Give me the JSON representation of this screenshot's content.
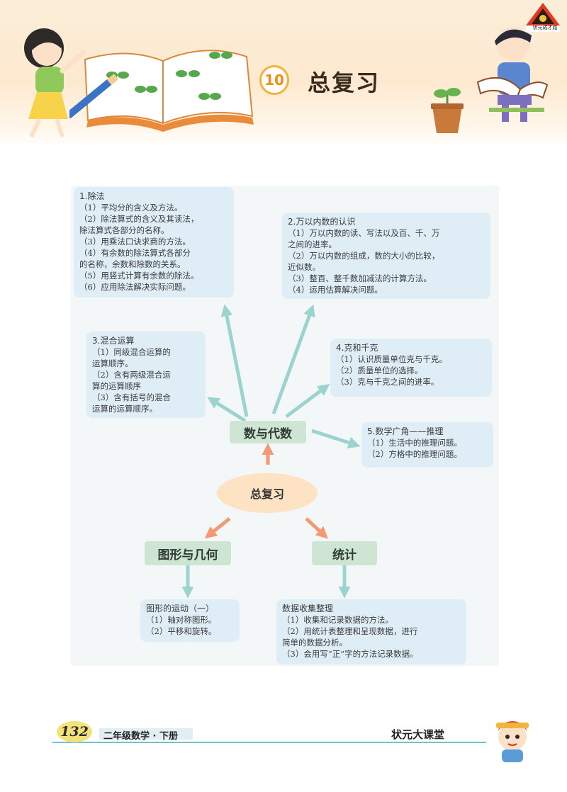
{
  "header": {
    "chapter_number": "10",
    "chapter_title": "总复习",
    "logo_text": "状元成才路"
  },
  "mindmap": {
    "center": "总复习",
    "branches": {
      "algebra": "数与代数",
      "geometry": "图形与几何",
      "statistics": "统计"
    },
    "boxes": {
      "division": {
        "title": "1.除法",
        "items": [
          "（1）平均分的含义及方法。",
          "（2）除法算式的含义及其读法，",
          "除法算式各部分的名称。",
          "（3）用乘法口诀求商的方法。",
          "（4）有余数的除法算式各部分",
          "的名称，余数和除数的关系。",
          "（5）用竖式计算有余数的除法。",
          "（6）应用除法解决实际问题。"
        ]
      },
      "numbers": {
        "title": "2.万以内数的认识",
        "items": [
          "（1）万以内数的读、写法以及百、千、万",
          "之间的进率。",
          "（2）万以内数的组成，数的大小的比较，",
          "近似数。",
          "（3）整百、整千数加减法的计算方法。",
          "（4）运用估算解决问题。"
        ]
      },
      "mixed": {
        "title": "3.混合运算",
        "items": [
          "（1）同级混合运算的",
          "运算顺序。",
          "（2）含有两级混合运",
          "算的运算顺序",
          "（3）含有括号的混合",
          "运算的运算顺序。"
        ]
      },
      "grams": {
        "title": "4.克和千克",
        "items": [
          "（1）认识质量单位克与千克。",
          "（2）质量单位的选择。",
          "（3）克与千克之间的进率。"
        ]
      },
      "reasoning": {
        "title": "5.数学广角——推理",
        "items": [
          "（1）生活中的推理问题。",
          "（2）方格中的推理问题。"
        ]
      },
      "motion": {
        "title": "图形的运动（一）",
        "items": [
          "（1）轴对称图形。",
          "（2）平移和旋转。"
        ]
      },
      "data": {
        "title": "数据收集整理",
        "items": [
          "（1）收集和记录数据的方法。",
          "（2）用统计表整理和呈现数据，进行",
          "简单的数据分析。",
          "（3）会用写“正”字的方法记录数据。"
        ]
      }
    }
  },
  "footer": {
    "page_number": "132",
    "book": "二年级数学 · 下册",
    "brand": "状元大课堂"
  },
  "colors": {
    "box_fill": "#dfeef6",
    "node_fill": "#cfe5d4",
    "center_fill": "#fde2c3",
    "teal_arrow": "#9bd3cf",
    "orange_arrow": "#f29a72",
    "accent_orange": "#f08d12"
  }
}
